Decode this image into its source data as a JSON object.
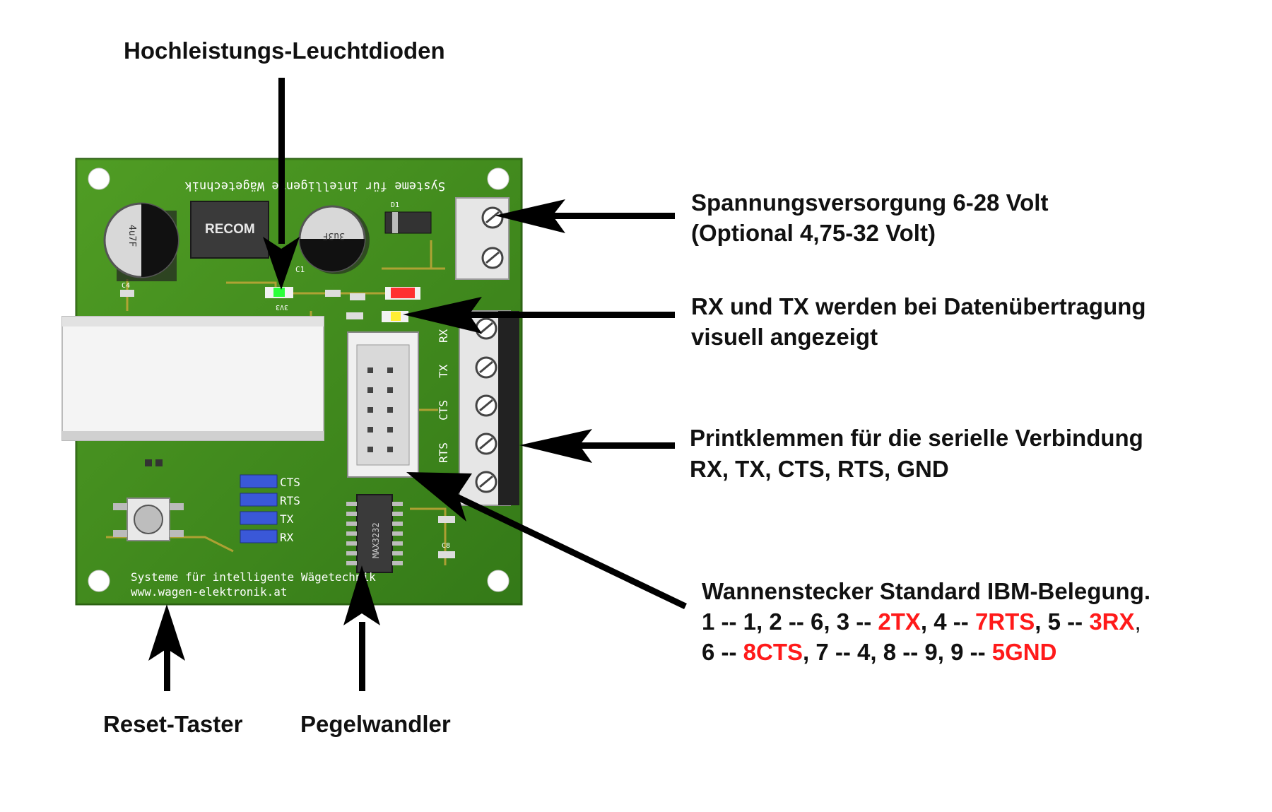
{
  "labels": {
    "leds": "Hochleistungs-Leuchtdioden",
    "power_line1": "Spannungsversorgung 6-28 Volt",
    "power_line2": "(Optional 4,75-32 Volt)",
    "rxtx_line1": "RX und TX werden bei Datenübertragung",
    "rxtx_line2": "visuell angezeigt",
    "terminals_line1": "Printklemmen für die serielle Verbindung",
    "terminals_line2": "RX, TX, CTS, RTS, GND",
    "header_line1": "Wannenstecker Standard IBM-Belegung.",
    "pinmap": {
      "p1": "1 -- 1, 2 -- 6, 3 -- ",
      "p2": "2TX",
      "p3": ", 4 -- ",
      "p4": "7RTS",
      "p5": ", 5 -- ",
      "p6": "3RX",
      "p7": ",",
      "p8": "6 -- ",
      "p9": "8CTS",
      "p10": ", 7 -- 4, 8 -- 9, 9 -- ",
      "p11": "5GND"
    },
    "reset": "Reset-Taster",
    "level": "Pegelwandler"
  },
  "pcb": {
    "top_text": "Systeme für intelligente Wägetechnik",
    "bottom_text1": "Systeme für intelligente Wägetechnik",
    "bottom_text2": "www.wagen-elektronik.at",
    "recom": "RECOM",
    "cap_left": "4u7F",
    "cap_right": "3u3F",
    "d1": "D1",
    "c1": "C1",
    "c4": "C4",
    "c8": "C8",
    "ic_label": "MAX3232",
    "sil_rx": "RX",
    "sil_tx": "TX",
    "sil_cts": "CTS",
    "sil_rts": "RTS",
    "jp_cts": "CTS",
    "jp_rts": "RTS",
    "jp_tx": "TX",
    "jp_rx": "RX",
    "led_label": "3V3"
  },
  "colors": {
    "pcb_green": "#3f8a1e",
    "highlight_red": "#ff1a1a",
    "arrow": "#000000"
  }
}
